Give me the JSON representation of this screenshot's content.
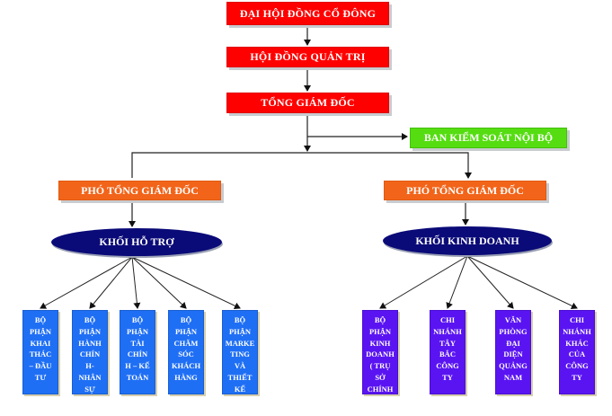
{
  "top_chain": [
    {
      "id": "dai-hoi-dong-co-dong",
      "label": "ĐẠI HỘI ĐỒNG CỔ ĐÔNG"
    },
    {
      "id": "hoi-dong-quan-tri",
      "label": "HỘI ĐỒNG QUẢN TRỊ"
    },
    {
      "id": "tong-giam-doc",
      "label": "TỔNG GIÁM ĐỐC"
    }
  ],
  "control_board": {
    "label": "BAN KIỂM SOÁT NỘI BỘ"
  },
  "branches": [
    {
      "deputy": "PHÓ TỔNG GIÁM ĐỐC",
      "division": "KHỐI HỖ TRỢ",
      "departments": [
        {
          "lines": [
            "BỘ",
            "PHẬN",
            "KHAI",
            "THÁC",
            "– ĐẦU",
            "TƯ"
          ]
        },
        {
          "lines": [
            "BỘ",
            "PHẬN",
            "HÀNH",
            "CHÍN",
            "H-",
            "NHÂN",
            "SỰ"
          ]
        },
        {
          "lines": [
            "BỘ",
            "PHẬN",
            "TÀI",
            "CHÍN",
            "H – KẾ",
            "TOÁN"
          ]
        },
        {
          "lines": [
            "BỘ",
            "PHẬN",
            "CHĂM",
            "SÓC",
            "KHÁCH",
            "HÀNG"
          ]
        },
        {
          "lines": [
            "BỘ",
            "PHẬN",
            "MARKE",
            "TING",
            "VÀ",
            "THIẾT",
            "KẾ"
          ]
        }
      ]
    },
    {
      "deputy": "PHÓ TỔNG GIÁM ĐỐC",
      "division": "KHỐI KINH DOANH",
      "departments": [
        {
          "lines": [
            "BỘ",
            "PHẬN",
            "KINH",
            "DOANH",
            "( TRỤ",
            "SỞ",
            "CHÍNH"
          ]
        },
        {
          "lines": [
            "CHI",
            "NHÁNH",
            "TÂY",
            "BẮC",
            "CÔNG",
            "TY"
          ]
        },
        {
          "lines": [
            "VĂN",
            "PHÒNG",
            "ĐẠI",
            "DIỆN",
            "QUẢNG",
            "NAM"
          ]
        },
        {
          "lines": [
            "CHI",
            "NHÁNH",
            "KHÁC",
            "CỦA",
            "CÔNG",
            "TY"
          ]
        }
      ]
    }
  ],
  "colors": {
    "executive": "#ff0000",
    "control": "#55dd11",
    "deputy": "#f26419",
    "division": "#0a0a78",
    "support_dept": "#1f6ff5",
    "business_dept": "#5a14f2"
  }
}
